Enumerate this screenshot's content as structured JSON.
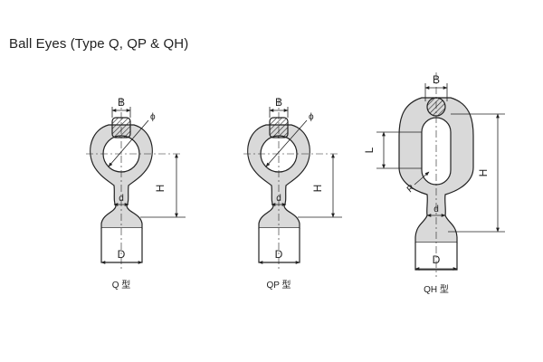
{
  "title": "Ball Eyes (Type Q, QP & QH)",
  "colors": {
    "line": "#222222",
    "fill": "#d9d9d9",
    "background": "#ffffff"
  },
  "fittings": [
    {
      "caption": "Q 型",
      "labels": {
        "B": "B",
        "phi": "ϕ",
        "H": "H",
        "d": "d",
        "D": "D"
      }
    },
    {
      "caption": "QP 型",
      "labels": {
        "B": "B",
        "phi": "ϕ",
        "H": "H",
        "d": "d",
        "D": "D"
      }
    },
    {
      "caption": "QH 型",
      "labels": {
        "B": "B",
        "L": "L",
        "R": "R",
        "H": "H",
        "d": "d",
        "D": "D"
      }
    }
  ]
}
